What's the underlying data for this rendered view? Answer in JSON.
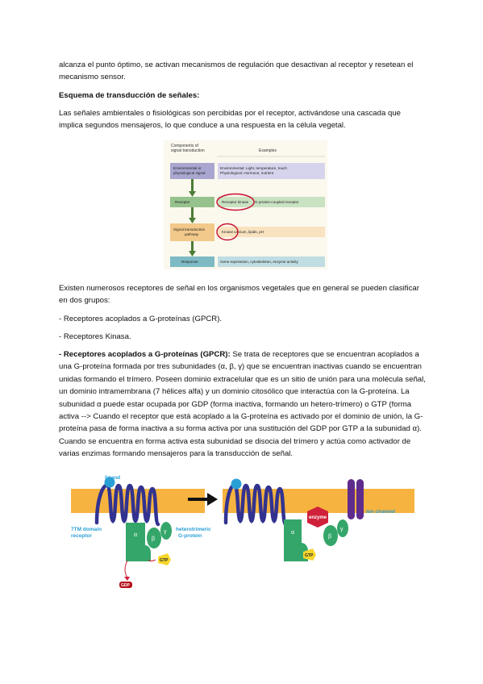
{
  "paragraphs": {
    "intro": "alcanza el punto óptimo, se activan mecanismos de regulación que desactivan al receptor y resetean el mecanismo sensor.",
    "heading": "Esquema de transducción de señales:",
    "signals": "Las señales ambientales o fisiológicas son percibidas por el receptor, activándose una cascada que implica segundos mensajeros, lo que conduce a una respuesta en la célula vegetal.",
    "groups": "Existen numerosos receptores de señal en los organismos vegetales que en general se pueden clasificar en dos grupos:",
    "item1": "- Receptores acoplados a G-proteínas (GPCR).",
    "item2": "- Receptores Kinasa.",
    "gpcr_bold": "- Receptores acoplados a G-proteínas (GPCR):",
    "gpcr_text": " Se trata de receptores que se encuentran acoplados a una G-proteína formada por tres subunidades (α, β, γ) que se encuentran inactivas cuando se encuentran unidas formando el trímero. Poseen dominio extracelular que es un sitio de unión para una molécula señal, un dominio intramembrana (7 hélices alfa) y un dominio citosólico que interactúa con la G-proteína. La subunidad α puede estar ocupada por GDP (forma inactiva, formando un hetero-trímero) o GTP (forma activa --> Cuando el receptor que está acoplado a la G-proteína es activado por el dominio de unión, la G-proteína pasa de forma inactiva a su forma activa por una sustitución del GDP por GTP a la subunidad α). Cuando se encuentra en forma activa esta subunidad se disocia del trímero y actúa como activador de varias enzimas formando mensajeros para la transducción de señal."
  },
  "figure1": {
    "header_left": "Components of signal transduction",
    "header_right": "Examples",
    "rows": [
      {
        "left": "Environmental or physiological signal",
        "right": "Environmental: Light, temperature, touch Physiological: Hormone, nutrient"
      },
      {
        "left": "Receptor",
        "right_a": "Receptor kinase",
        "right_b": "G protein-coupled receptor"
      },
      {
        "left": "Signal transduction pathway",
        "right_a": "Kinase",
        "right_b": "calcium, lipids, pH"
      },
      {
        "left": "Response",
        "right": "Gene expression, cytoskeleton, enzyme activity"
      }
    ],
    "colors": {
      "purple": "#a9a7d0",
      "green": "#96c28d",
      "orange": "#f2c98a",
      "teal": "#7dbac4",
      "arrow": "#4c7d36",
      "circle": "#c8102e"
    }
  },
  "figure2": {
    "ligand": "ligand",
    "receptor": "7TM domain receptor",
    "gprotein": "heterotrimeric G-protein",
    "alpha": "α",
    "beta": "β",
    "gamma": "γ",
    "gdp": "GDP",
    "gtp": "GTP",
    "enzyme": "enzyme",
    "ion_channel": "ion channel",
    "colors": {
      "membrane": "#f6b33f",
      "receptor": "#323390",
      "gprotein": "#35a66a",
      "gtp": "#f6d62c",
      "enzyme": "#d0213a",
      "channel": "#5f2b8c",
      "ligand": "#2a9fd6"
    }
  }
}
